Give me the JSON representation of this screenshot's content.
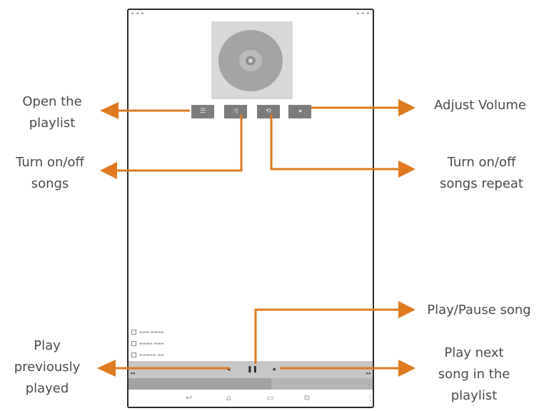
{
  "callouts": {
    "open_playlist": "Open the\nplaylist",
    "shuffle": "Turn on/off\nsongs",
    "adjust_volume": "Adjust Volume",
    "repeat": "Turn on/off\nsongs repeat",
    "play_pause": "Play/Pause song",
    "play_previous": "Play\npreviously\nplayed",
    "play_next": "Play next\nsong in the\nplaylist"
  },
  "device": {
    "controls": {
      "playlist_icon": "playlist-icon",
      "shuffle_icon": "shuffle-icon",
      "repeat_icon": "repeat-icon",
      "volume_icon": "volume-icon"
    },
    "playback": {
      "previous_icon": "previous-icon",
      "pause_icon": "pause-icon",
      "next_icon": "next-icon"
    },
    "navbar": [
      "back-icon",
      "home-icon",
      "recent-apps-icon",
      "screenshot-icon",
      "more-icon"
    ]
  },
  "colors": {
    "arrow": "#e07a1f",
    "text": "#4a4a4a",
    "button": "#7c7c7c",
    "frame": "#2a2a2a"
  }
}
